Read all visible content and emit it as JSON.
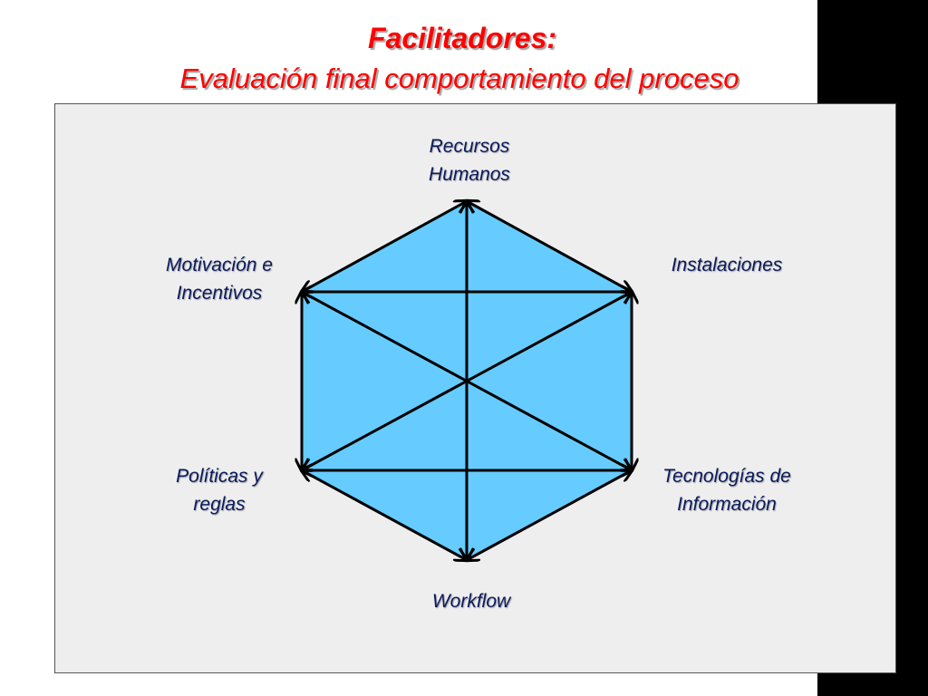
{
  "slide": {
    "title_line1": "Facilitadores:",
    "title_line2": "Evaluación final comportamiento del proceso"
  },
  "colors": {
    "title": "#ff0000",
    "hexagon_fill": "#66ccff",
    "lines": "#000000",
    "labels": "#0b1a5c",
    "panel": "#eeeeef"
  },
  "diagram": {
    "nodes": [
      {
        "id": "top",
        "line1": "Recursos",
        "line2": "Humanos"
      },
      {
        "id": "upper-right",
        "line1": "Instalaciones",
        "line2": ""
      },
      {
        "id": "lower-right",
        "line1": "Tecnologías de",
        "line2": "Información"
      },
      {
        "id": "bottom",
        "line1": "Workflow",
        "line2": ""
      },
      {
        "id": "lower-left",
        "line1": "Políticas y",
        "line2": "reglas"
      },
      {
        "id": "upper-left",
        "line1": "Motivación e",
        "line2": "Incentivos"
      }
    ]
  }
}
